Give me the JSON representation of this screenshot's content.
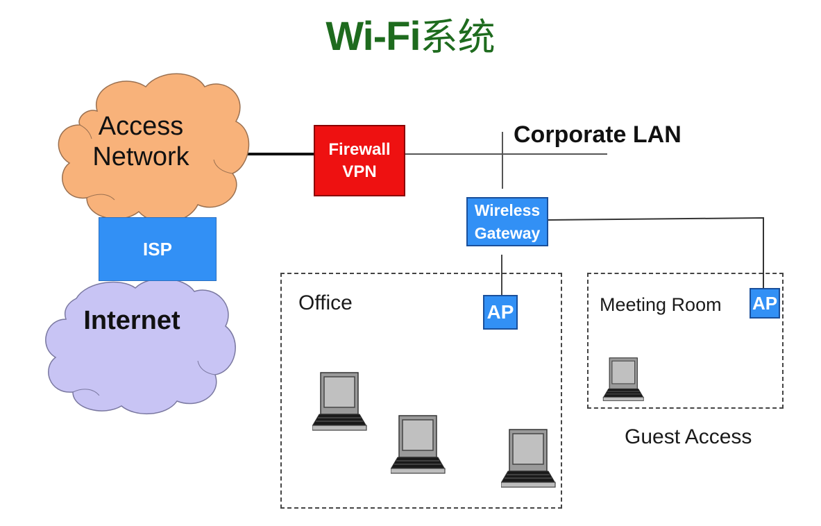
{
  "title": {
    "latin": "Wi-Fi",
    "cjk": "系统"
  },
  "colors": {
    "title_green": "#1e6b1e",
    "access_cloud": "#f8b27a",
    "internet_cloud": "#c8c4f4",
    "device_blue": "#3290f5",
    "firewall_red": "#ee1111"
  },
  "nodes": {
    "access_network": {
      "line1": "Access",
      "line2": "Network"
    },
    "isp": {
      "label": "ISP"
    },
    "internet": {
      "label": "Internet"
    },
    "firewall": {
      "line1": "Firewall",
      "line2": "VPN"
    },
    "corporate_lan": {
      "label": "Corporate LAN"
    },
    "wireless_gateway": {
      "line1": "Wireless",
      "line2": "Gateway"
    },
    "office_ap": {
      "label": "AP"
    },
    "meeting_ap": {
      "label": "AP"
    }
  },
  "zones": {
    "office": {
      "label": "Office",
      "laptops": 3
    },
    "meeting_room": {
      "label": "Meeting Room",
      "laptops": 1
    },
    "guest_caption": "Guest Access"
  },
  "icons": {
    "cloud": "cloud-icon",
    "laptop": "laptop-icon"
  }
}
